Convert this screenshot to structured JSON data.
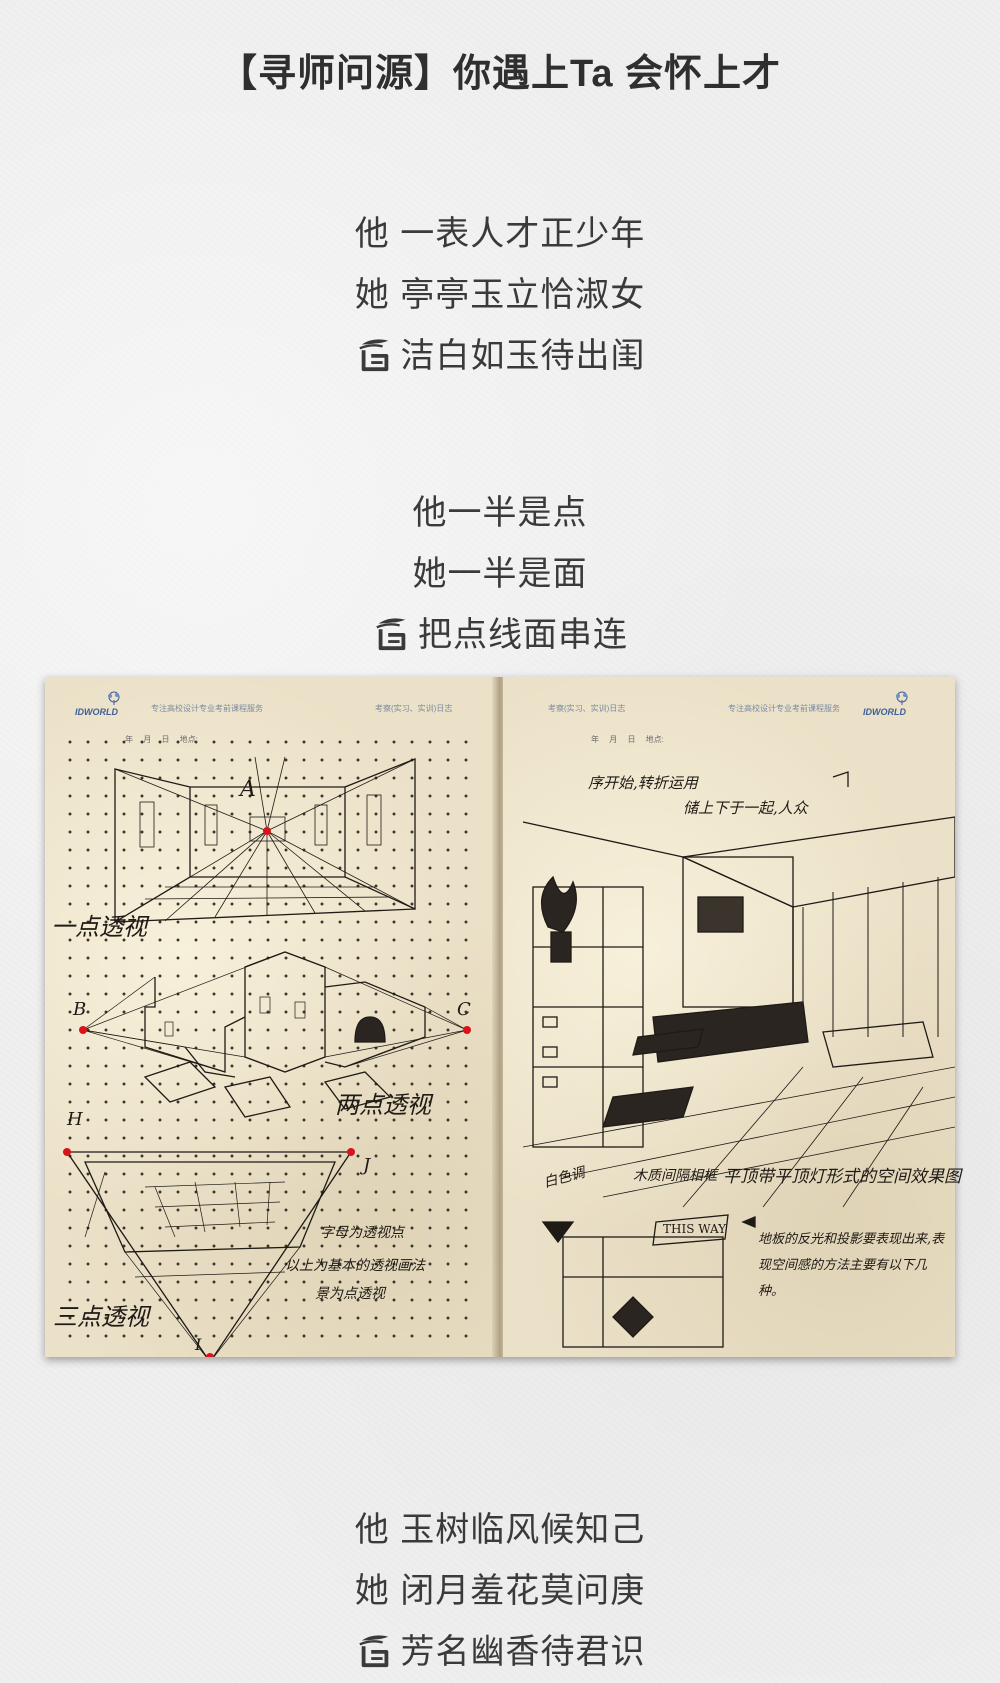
{
  "header": {
    "title": "【寻师问源】你遇上Ta 会怀上才"
  },
  "stanzas": [
    {
      "lines": [
        "他 一表人才正少年",
        "她 亭亭玉立恰淑女",
        "洁白如玉待出闺"
      ]
    },
    {
      "lines": [
        "他一半是点",
        "她一半是面",
        "把点线面串连"
      ]
    },
    {
      "lines": [
        "他 玉树临风候知己",
        "她 闭月羞花莫问庚",
        "芳名幽香待君识"
      ]
    }
  ],
  "notebook": {
    "left": {
      "header_service": "专注高校设计专业考前课程服务",
      "header_log": "考察(实习、实训)日志",
      "date_line": "年 月 日 地点:",
      "logo_text": "IDWORLD",
      "labels": {
        "one_point": "一点透视",
        "two_point": "两点透视",
        "three_point": "三点透视",
        "note_1": "字母为透视点",
        "note_2": "以上为基本的透视画法",
        "note_3": "景为点透视",
        "A": "A",
        "B": "B",
        "C": "C",
        "H": "H",
        "I": "I",
        "J": "J"
      }
    },
    "right": {
      "header_log": "考察(实习、实训)日志",
      "header_service": "专注高校设计专业考前课程服务",
      "date_line": "年 月 日 地点:",
      "logo_text": "IDWORLD",
      "labels": {
        "note_top_1": "序开始,转折运用",
        "note_top_2": "储上下于一起,人众",
        "sign": "THIS WAY",
        "bottom_1": "白色调",
        "bottom_2": "木质间隔相框",
        "bottom_3": "平顶带平顶灯形式的空间效果图",
        "para": "地板的反光和投影要表现出来,表现空间感的方法主要有以下几种。"
      }
    }
  },
  "colors": {
    "accent_red": "#d9131a",
    "ink": "#1e1a15",
    "logo_blue": "#3d5f9a"
  },
  "icons": [
    "stylized-wang-mark-icon"
  ]
}
